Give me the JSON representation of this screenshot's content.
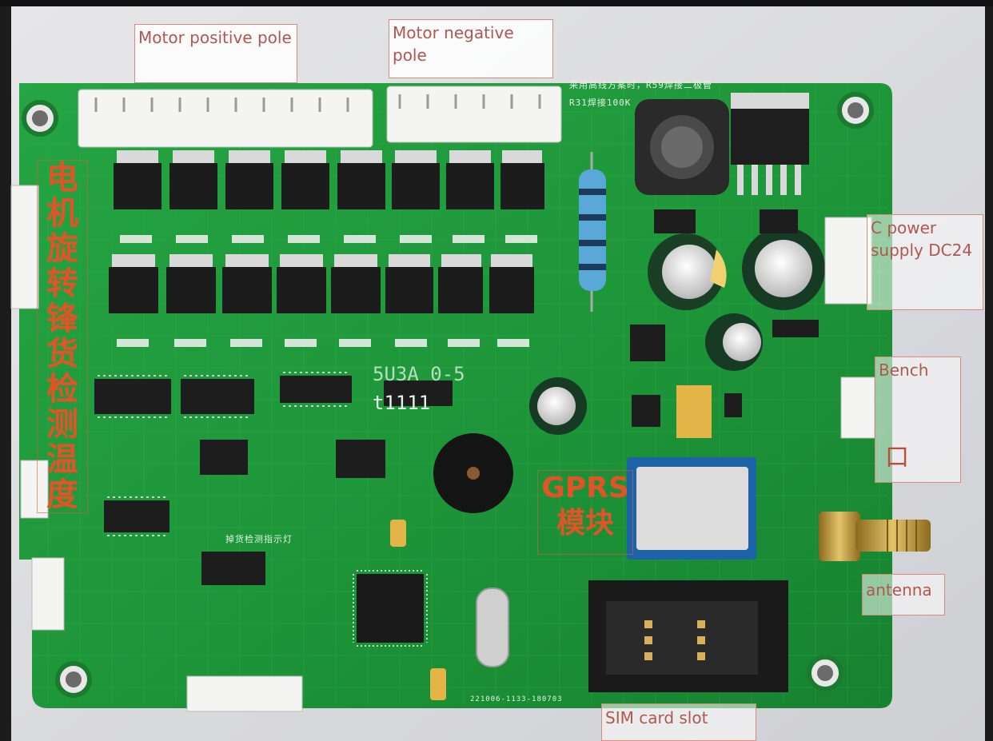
{
  "labels": {
    "motor_positive": "Motor positive pole",
    "motor_negative": "Motor negative pole",
    "power_supply": "C power supply DC24",
    "bench": "Bench",
    "bench_mark": "口",
    "antenna": "antenna",
    "sim_slot": "SIM card slot",
    "gprs_module": "GPRS模块",
    "cn_vertical": "电机旋转锋货检测温度"
  },
  "overlay": {
    "line1": "5U3A 0-5",
    "line2": "t1111"
  },
  "silkscreen": {
    "top_note_1": "采用高线方案时，R59焊接二极管",
    "top_note_2": "R31焊接100K",
    "indicator_note": "掉货检测指示灯",
    "serial": "221006-1133-180703"
  },
  "colors": {
    "pcb": "#1f9a3a",
    "label_border": "#d88a80",
    "label_text": "#b0574f",
    "chinese_red": "#e25427"
  }
}
